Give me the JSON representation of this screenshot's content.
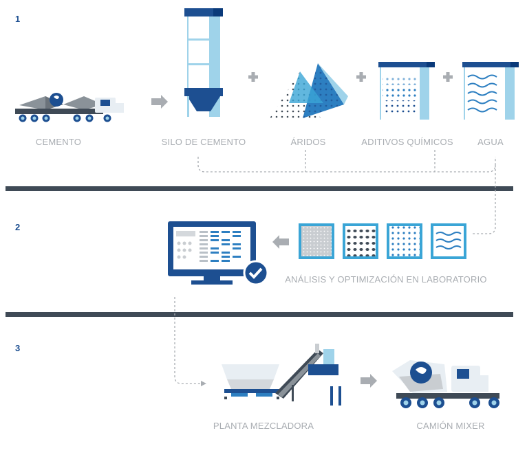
{
  "steps": [
    "1",
    "2",
    "3"
  ],
  "row1": {
    "cement": "CEMENTO",
    "silo": "SILO DE CEMENTO",
    "aggregates": "ÁRIDOS",
    "additives": "ADITIVOS QUÍMICOS",
    "water": "AGUA"
  },
  "row2": {
    "lab": "ANÁLISIS Y OPTIMIZACIÓN EN LABORATORIO"
  },
  "row3": {
    "plant": "PLANTA MEZCLADORA",
    "mixer": "CAMIÓN MIXER"
  },
  "colors": {
    "navy": "#1d4f91",
    "blue": "#2d7fc1",
    "light_blue": "#9fd3ea",
    "cyan": "#3aa5d6",
    "gray": "#a9adb2",
    "dark": "#3f4a56"
  }
}
